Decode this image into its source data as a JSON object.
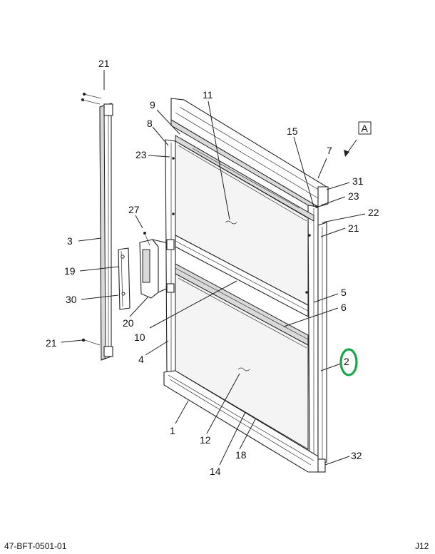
{
  "footer": {
    "drawing_number": "47-BFT-0501-01",
    "sheet_code": "J12"
  },
  "view_marker": "A",
  "callouts": [
    {
      "id": "c21a",
      "text": "21"
    },
    {
      "id": "c11",
      "text": "11"
    },
    {
      "id": "c9",
      "text": "9"
    },
    {
      "id": "c8",
      "text": "8"
    },
    {
      "id": "c23a",
      "text": "23"
    },
    {
      "id": "c15",
      "text": "15"
    },
    {
      "id": "c7",
      "text": "7"
    },
    {
      "id": "c31",
      "text": "31"
    },
    {
      "id": "c23b",
      "text": "23"
    },
    {
      "id": "c22",
      "text": "22"
    },
    {
      "id": "c21b",
      "text": "21"
    },
    {
      "id": "c27",
      "text": "27"
    },
    {
      "id": "c3",
      "text": "3"
    },
    {
      "id": "c19",
      "text": "19"
    },
    {
      "id": "c30",
      "text": "30"
    },
    {
      "id": "c20",
      "text": "20"
    },
    {
      "id": "c5",
      "text": "5"
    },
    {
      "id": "c6",
      "text": "6"
    },
    {
      "id": "c10",
      "text": "10"
    },
    {
      "id": "c4",
      "text": "4"
    },
    {
      "id": "c21c",
      "text": "21"
    },
    {
      "id": "c2",
      "text": "2"
    },
    {
      "id": "c1",
      "text": "1"
    },
    {
      "id": "c12",
      "text": "12"
    },
    {
      "id": "c14",
      "text": "14"
    },
    {
      "id": "c18",
      "text": "18"
    },
    {
      "id": "c32",
      "text": "32"
    }
  ],
  "highlight_color": "#1aa64a"
}
